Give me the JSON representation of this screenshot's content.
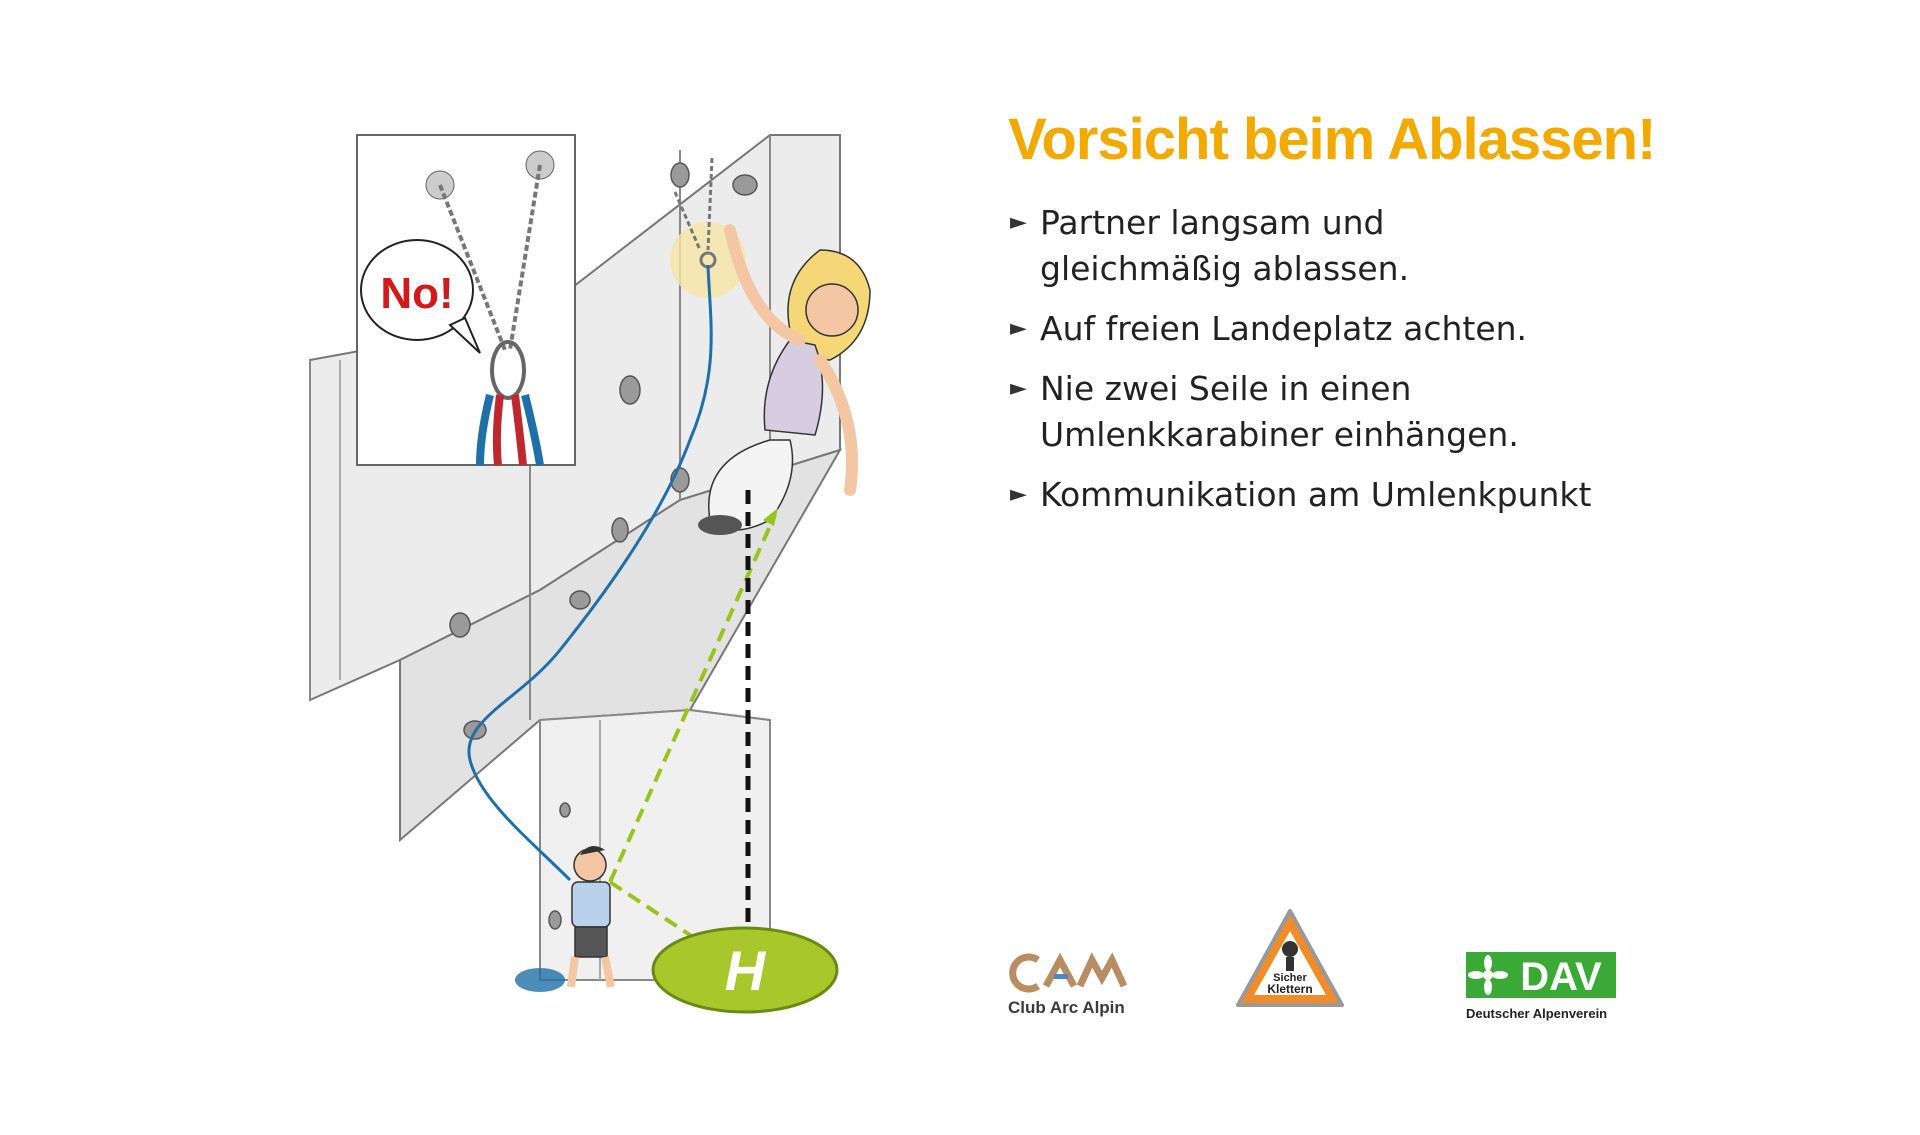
{
  "headline": "Vorsicht beim Ablassen!",
  "bullets": [
    {
      "lines": [
        "Partner langsam und",
        "gleichmäßig ablassen."
      ]
    },
    {
      "lines": [
        "Auf freien Landeplatz achten."
      ]
    },
    {
      "lines": [
        "Nie zwei Seile in einen",
        "Umlenkkarabiner einhängen."
      ]
    },
    {
      "lines": [
        "Kommunikation am Umlenkpunkt"
      ]
    }
  ],
  "bullet_marker": "►",
  "illustration": {
    "inset_callout": "No!",
    "landing_marker": "H"
  },
  "logos": {
    "caa": {
      "text": "Club Arc Alpin"
    },
    "sicher_klettern": {
      "line1": "Sicher",
      "line2": "Klettern"
    },
    "dav": {
      "abbr": "DAV",
      "subtitle": "Deutscher Alpenverein"
    }
  },
  "colors": {
    "headline": "#f2a900",
    "rope_blue": "#1f6fa8",
    "rope_red": "#c0282f",
    "arrow_green": "#9ac31c",
    "landing_pad": "#a7c72b",
    "dav_green": "#3aa935",
    "sk_orange": "#f28c28"
  }
}
